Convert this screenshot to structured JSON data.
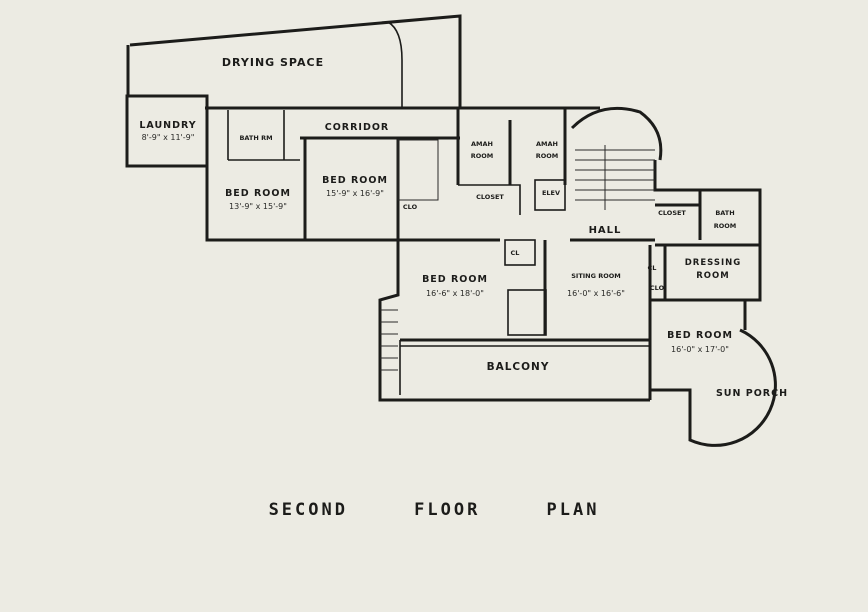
{
  "title": "SECOND     FLOOR     PLAN",
  "rooms": {
    "drying_space": {
      "name": "DRYING SPACE"
    },
    "laundry": {
      "name": "LAUNDRY",
      "dims": "8'-9\" x 11'-9\""
    },
    "bath_rm": {
      "name": "BATH RM"
    },
    "corridor": {
      "name": "CORRIDOR"
    },
    "bed_room_1": {
      "name": "BED ROOM",
      "dims": "13'-9\" x 15'-9\""
    },
    "bed_room_2": {
      "name": "BED ROOM",
      "dims": "15'-9\" x 16'-9\""
    },
    "amah_room_1": {
      "name_line1": "AMAH",
      "name_line2": "ROOM"
    },
    "amah_room_2": {
      "name_line1": "AMAH",
      "name_line2": "ROOM"
    },
    "closet_1": {
      "name": "CLOSET"
    },
    "elev": {
      "name": "ELEV"
    },
    "clo_1": {
      "name": "CLO"
    },
    "hall": {
      "name": "HALL"
    },
    "closet_2": {
      "name": "CLOSET"
    },
    "bath_room": {
      "name_line1": "BATH",
      "name_line2": "ROOM"
    },
    "dressing_room": {
      "name_line1": "DRESSING",
      "name_line2": "ROOM"
    },
    "bed_room_3": {
      "name": "BED ROOM",
      "dims": "16'-6\" x 18'-0\""
    },
    "sitting_room": {
      "name": "SITING ROOM",
      "dims": "16'-0\" x 16'-6\""
    },
    "cl_1": {
      "name": "CL"
    },
    "cl_2": {
      "name": "CL"
    },
    "clo_2": {
      "name": "CLO"
    },
    "bed_room_4": {
      "name": "BED ROOM",
      "dims": "16'-0\" x 17'-0\""
    },
    "balcony": {
      "name": "BALCONY"
    },
    "sun_porch": {
      "name": "SUN PORCH"
    }
  }
}
